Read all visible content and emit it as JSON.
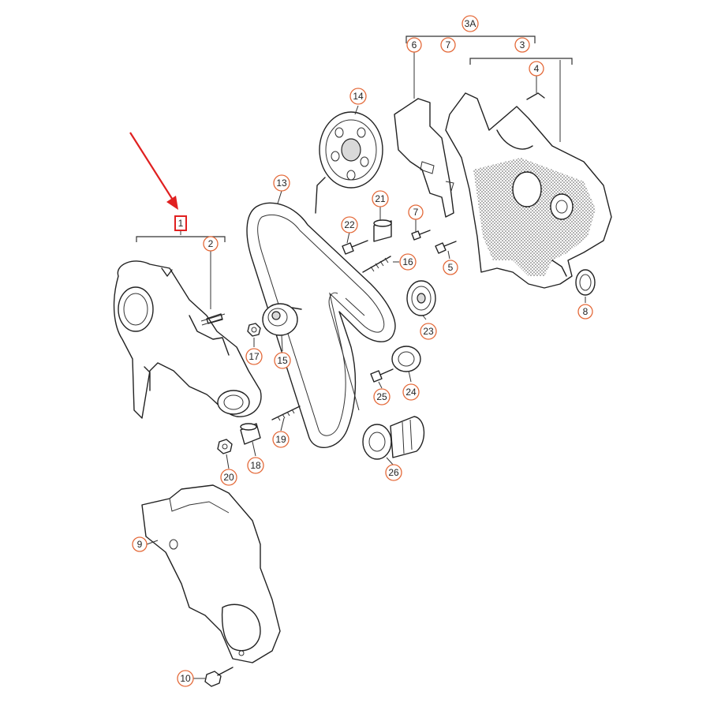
{
  "diagram": {
    "highlight_color": "#e02020",
    "callout_color": "#e46a3a",
    "highlighted_part": "1",
    "callouts": [
      {
        "id": "c1",
        "label": "1"
      },
      {
        "id": "c2",
        "label": "2"
      },
      {
        "id": "c3",
        "label": "3"
      },
      {
        "id": "c3a",
        "label": "3A"
      },
      {
        "id": "c4",
        "label": "4"
      },
      {
        "id": "c5",
        "label": "5"
      },
      {
        "id": "c6",
        "label": "6"
      },
      {
        "id": "c7a",
        "label": "7"
      },
      {
        "id": "c7b",
        "label": "7"
      },
      {
        "id": "c8",
        "label": "8"
      },
      {
        "id": "c9",
        "label": "9"
      },
      {
        "id": "c10",
        "label": "10"
      },
      {
        "id": "c13",
        "label": "13"
      },
      {
        "id": "c14",
        "label": "14"
      },
      {
        "id": "c15",
        "label": "15"
      },
      {
        "id": "c16",
        "label": "16"
      },
      {
        "id": "c17",
        "label": "17"
      },
      {
        "id": "c18",
        "label": "18"
      },
      {
        "id": "c19",
        "label": "19"
      },
      {
        "id": "c20",
        "label": "20"
      },
      {
        "id": "c21",
        "label": "21"
      },
      {
        "id": "c22",
        "label": "22"
      },
      {
        "id": "c23",
        "label": "23"
      },
      {
        "id": "c24",
        "label": "24"
      },
      {
        "id": "c25",
        "label": "25"
      },
      {
        "id": "c26",
        "label": "26"
      }
    ]
  }
}
